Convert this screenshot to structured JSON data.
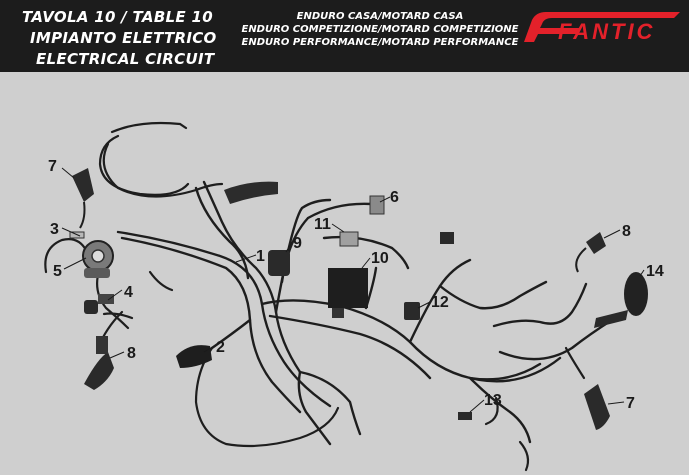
{
  "header": {
    "title_lines": [
      "TAVOLA 10  /  TABLE 10",
      "IMPIANTO ELETTRICO",
      "ELECTRICAL CIRCUIT"
    ],
    "models": [
      "ENDURO CASA/MOTARD CASA",
      "ENDURO COMPETIZIONE/MOTARD COMPETIZIONE",
      "ENDURO PERFORMANCE/MOTARD PERFORMANCE"
    ],
    "brand": "FANTIC"
  },
  "colors": {
    "header_bg": "#1c1c1c",
    "brand_red": "#e3212a",
    "panel_bg": "#cfcfcf",
    "wire": "#1e1e1e"
  },
  "callouts": [
    "7",
    "3",
    "5",
    "4",
    "8",
    "2",
    "1",
    "9",
    "11",
    "6",
    "10",
    "12",
    "13",
    "8",
    "14",
    "7"
  ]
}
